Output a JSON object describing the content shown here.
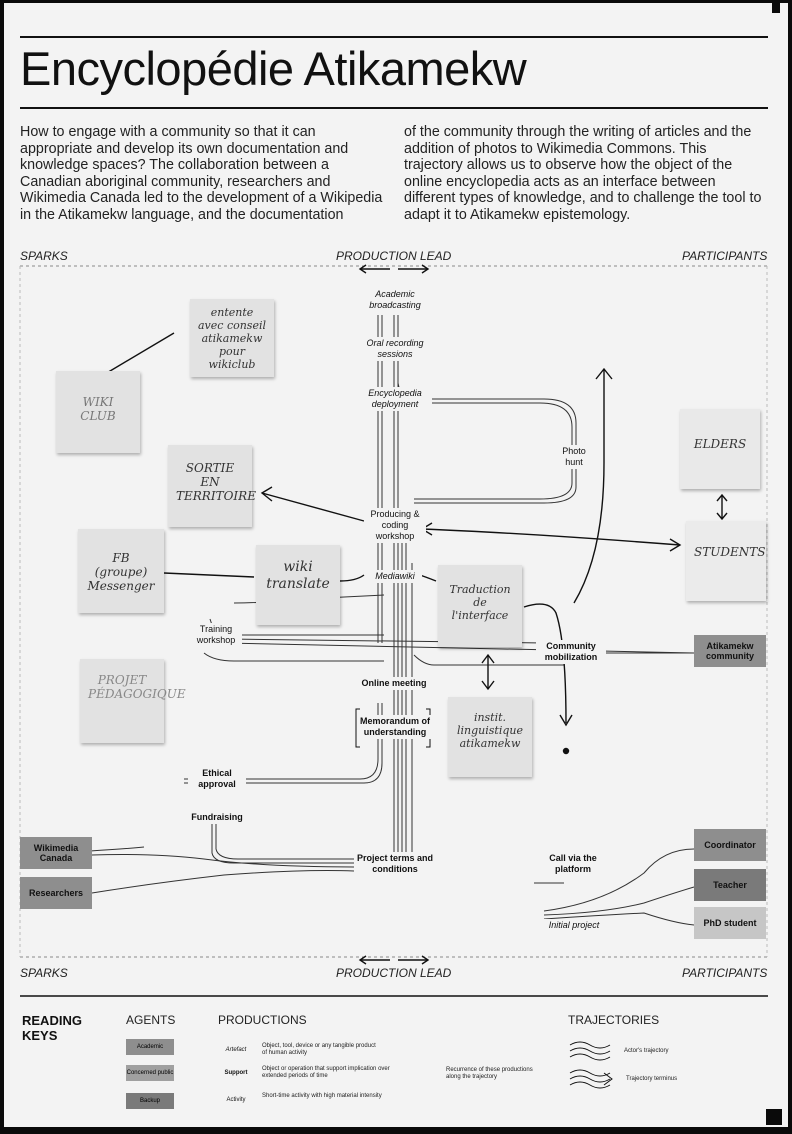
{
  "poster": {
    "title": "Encyclopédie Atikamekw",
    "intro_left": "How to engage with a community so that it can appropriate and develop its own documentation and knowledge spaces? The collaboration between a Canadian aboriginal community, researchers and Wikimedia Canada led to the development of a Wikipedia in the Atikamekw language, and the documentation",
    "intro_right": "of the community through the writing of articles and the addition of photos to Wikimedia Commons. This trajectory allows us to observe how the object of the online encyclopedia acts as an interface between different types of knowledge, and to challenge the tool to adapt it to Atikamekw epistemology."
  },
  "headers": {
    "sparks": "SPARKS",
    "production_lead": "PRODUCTION LEAD",
    "participants": "PARTICIPANTS"
  },
  "productions": {
    "academic_broadcasting": "Academic broadcasting",
    "oral_recording_sessions": "Oral recording sessions",
    "encyclopedia_deployment": "Encyclopedia deployment",
    "photo_hunt": "Photo hunt",
    "producing_coding_workshop": "Producing & coding workshop",
    "mediawiki": "Mediawiki",
    "training_workshop": "Training workshop",
    "community_mobilization": "Community mobilization",
    "online_meeting": "Online meeting",
    "memorandum": "Memorandum of understanding",
    "ethical_approval": "Ethical approval",
    "fundraising": "Fundraising",
    "project_terms": "Project terms and conditions",
    "call_via_platform": "Call via the platform",
    "initial_project": "Initial project"
  },
  "stickies": {
    "entente": "entente avec conseil atikamekw pour wikiclub",
    "wiki_club": "WIKI CLUB",
    "sortie": "SORTIE EN TERRITOIRE",
    "fb": "FB (groupe) Messenger",
    "wiki_translate": "wiki translate",
    "traduction": "Traduction de l'interface",
    "projet": "PROJET PÉDAGOGIQUE",
    "instit": "instit. linguistique atikamekw",
    "elders": "ELDERS",
    "students": "STUDENTS"
  },
  "agents": {
    "atikamekw_community": "Atikamekw community",
    "wikimedia_canada": "Wikimedia Canada",
    "researchers": "Researchers",
    "coordinator": "Coordinator",
    "teacher": "Teacher",
    "phd_student": "PhD student"
  },
  "key": {
    "reading_keys": "READING KEYS",
    "agents_heading": "AGENTS",
    "productions_heading": "PRODUCTIONS",
    "trajectories_heading": "TRAJECTORIES",
    "agent_academic": "Academic",
    "agent_concerned_public": "Concerned public",
    "agent_backup": "Backup",
    "artefact_label": "Artefact",
    "artefact_desc": "Object, tool, device or any tangible product of human activity",
    "support_label": "Support",
    "support_desc": "Object or operation that support implication over extended periods of time",
    "activity_label": "Activity",
    "activity_desc": "Short-time activity with high material intensity",
    "recurrence_desc": "Recurrence of these productions along the trajectory",
    "actors_trajectory": "Actor's trajectory",
    "trajectory_terminus": "Trajectory terminus"
  },
  "colors": {
    "paper": "#f3f3f3",
    "frame": "#0a0a0a",
    "sticky": "#e2e2e2",
    "agent_academic": "#8e8e8e",
    "agent_concerned_public": "#c6c6c6",
    "agent_backup": "#7a7a7a",
    "ink": "#111111"
  }
}
